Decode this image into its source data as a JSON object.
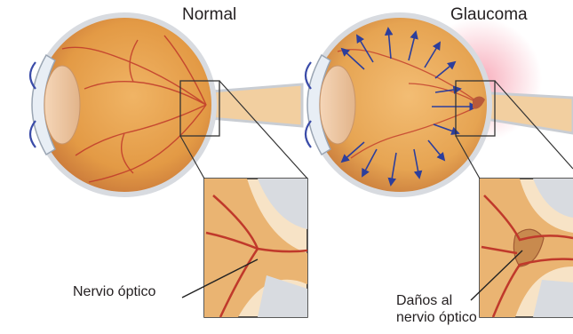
{
  "labels": {
    "normal": "Normal",
    "glaucoma": "Glaucoma",
    "normal_callout": "Nervio óptico",
    "glaucoma_callout_line1": "Daños al",
    "glaucoma_callout_line2": "nervio óptico"
  },
  "colors": {
    "eyeball_fill": "#e9a44f",
    "retina_vessels": "#c0392b",
    "sclera": "#c9cdd3",
    "pressure_arrows": "#2c3e9c",
    "glaucoma_glow": "#f4a6b0",
    "optic_nerve": "#f2cfa0"
  }
}
